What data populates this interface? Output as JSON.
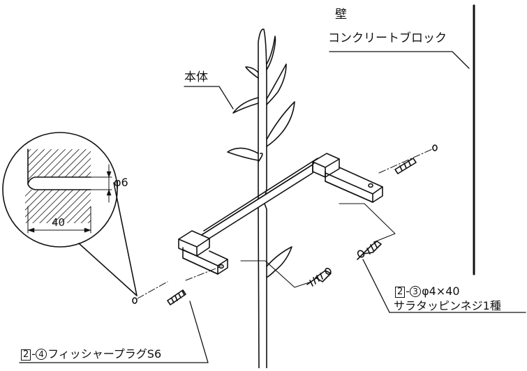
{
  "labels": {
    "wall_line1": "壁",
    "wall_line2": "コンクリートブロック",
    "body": "本体",
    "screw_box": "2",
    "screw_circle": "3",
    "screw_line1": "φ4×40",
    "screw_line2": "サラタッピンネジ1種",
    "plug_box": "2",
    "plug_circle": "4",
    "plug_text": "フィッシャープラグS6",
    "hole_diameter": "φ6",
    "hole_depth": "40"
  },
  "colors": {
    "line": "#111111",
    "background": "#ffffff"
  }
}
